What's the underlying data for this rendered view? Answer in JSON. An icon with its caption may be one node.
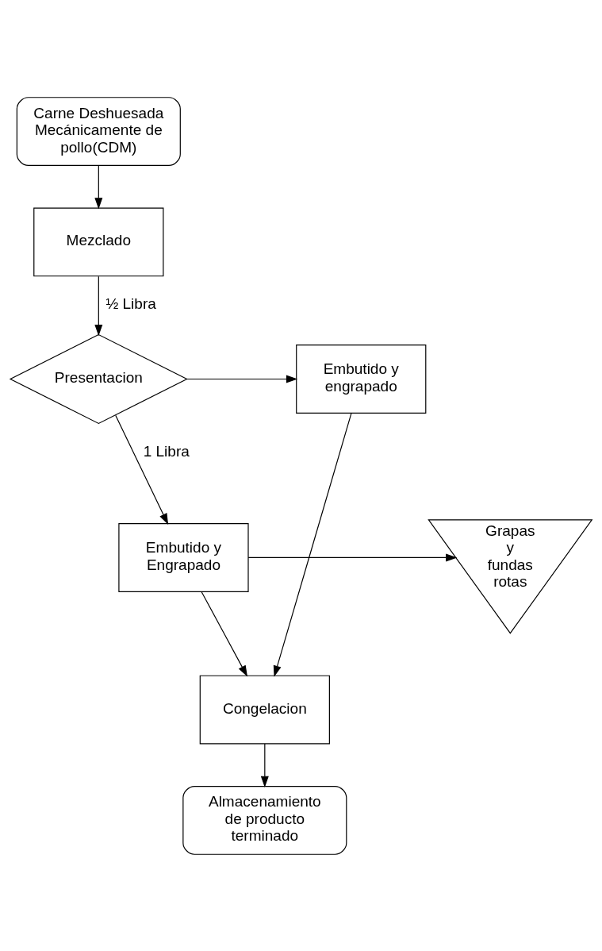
{
  "diagram": {
    "nodes": [
      {
        "text": [
          "Carne Deshuesada Mecánicamente de pollo(CDM)"
        ]
      },
      {
        "text": [
          "Mezclado"
        ]
      },
      {
        "text": [
          "Presentacion"
        ]
      },
      {
        "text": [
          "Embutido y engrapado"
        ]
      },
      {
        "text": [
          "Embutido y Engrapado"
        ]
      },
      {
        "text": [
          "Grapas y fundas rotas"
        ]
      },
      {
        "text": [
          "Congelacion"
        ]
      },
      {
        "text": [
          "Almacenamiento de producto terminado"
        ]
      }
    ],
    "edges": [
      {
        "from": 0,
        "to": 1,
        "arrow": "to"
      },
      {
        "from": 1,
        "to": 2,
        "arrow": "to",
        "label": "½ Libra"
      },
      {
        "from": 2,
        "to": 3,
        "arrow": "to"
      },
      {
        "from": 2,
        "to": 4,
        "arrow": "to",
        "label": "1 Libra"
      },
      {
        "from": 4,
        "to": 5,
        "arrow": "to"
      },
      {
        "from": 4,
        "to": 6,
        "arrow": "to"
      },
      {
        "from": 3,
        "to": 6,
        "arrow": "to"
      },
      {
        "from": 6,
        "to": 7,
        "arrow": "to"
      }
    ]
  }
}
